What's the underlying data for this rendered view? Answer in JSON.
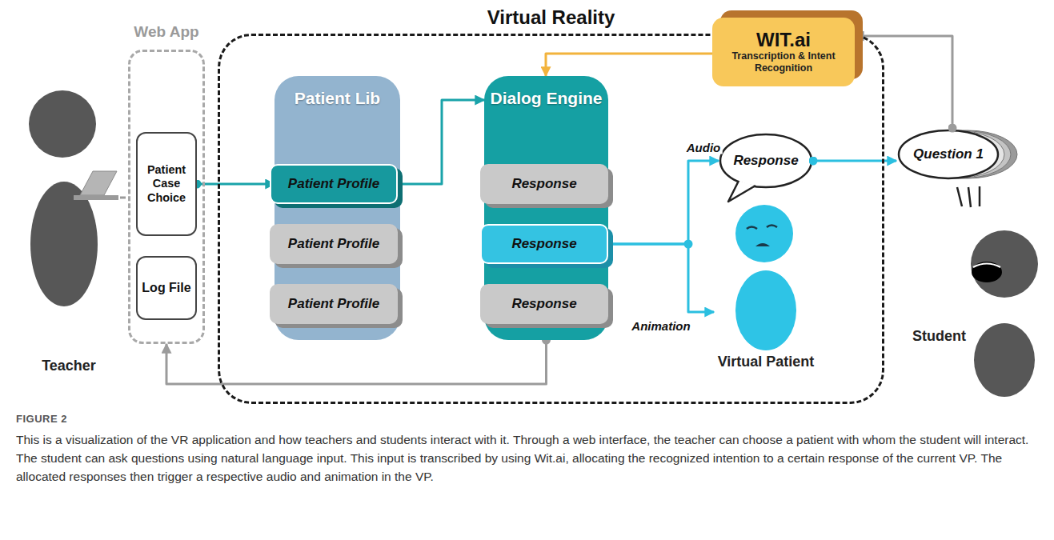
{
  "diagram": {
    "caption": "This is a visualization of the VR application and how teachers and students interact with it. Through a web interface, the teacher can choose a patient with whom the student will interact. The student can ask questions using natural language input. This input is transcribed by using Wit.ai, allocating the recognized intention to a certain response of the current VP. The allocated responses then trigger a respective audio and animation in the VP.",
    "nodes": [
      {
        "text": [
          "Virtual Reality"
        ]
      },
      {
        "text": [
          "Teacher"
        ]
      },
      {
        "text": [
          "Web App"
        ]
      },
      {
        "text": [
          "Patient Case Choice"
        ],
        "in": 2
      },
      {
        "text": [
          "Log File"
        ],
        "in": 2
      },
      {
        "text": [
          "Patient Lib"
        ],
        "in": 0
      },
      {
        "text": [
          "Patient Profile"
        ],
        "in": 5
      },
      {
        "text": [
          "Patient Profile"
        ],
        "in": 5
      },
      {
        "text": [
          "Patient Profile"
        ],
        "in": 5
      },
      {
        "text": [
          "Dialog Engine"
        ],
        "in": 0
      },
      {
        "text": [
          "Response"
        ],
        "in": 9
      },
      {
        "text": [
          "Response"
        ],
        "in": 9
      },
      {
        "text": [
          "Response"
        ],
        "in": 9
      },
      {
        "text": [
          "WIT.ai",
          "Transcription & Intent Recognition"
        ],
        "in": 0
      },
      {
        "text": [
          "Response"
        ],
        "in": 0
      },
      {
        "text": [
          "Virtual Patient"
        ],
        "in": 0
      },
      {
        "text": [
          "Question 1"
        ]
      },
      {
        "text": [
          "Student"
        ]
      }
    ],
    "edges": [
      {
        "from": 1,
        "to": 2,
        "arrow": "none"
      },
      {
        "from": 3,
        "to": 5,
        "arrow": "to"
      },
      {
        "from": 6,
        "to": 9,
        "arrow": "to"
      },
      {
        "from": 13,
        "to": 9,
        "arrow": "to"
      },
      {
        "from": 16,
        "to": 13,
        "arrow": "to"
      },
      {
        "from": 11,
        "to": 14,
        "label": "Audio",
        "arrow": "to"
      },
      {
        "from": 11,
        "to": 15,
        "label": "Animation",
        "arrow": "to"
      },
      {
        "from": 14,
        "to": 16,
        "arrow": "to"
      },
      {
        "from": 9,
        "to": 2,
        "arrow": "to"
      }
    ],
    "labels": [
      "FIGURE 2"
    ]
  }
}
